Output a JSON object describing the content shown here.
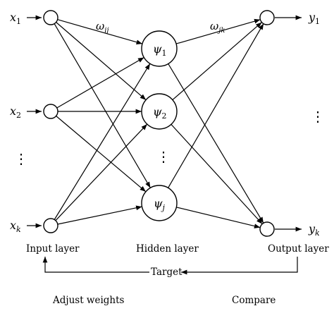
{
  "inputs": [
    {
      "symbol": "x",
      "sub": "1"
    },
    {
      "symbol": "x",
      "sub": "2"
    },
    {
      "symbol": "x",
      "sub": "k"
    }
  ],
  "hidden": [
    {
      "symbol": "ψ",
      "sub": "1"
    },
    {
      "symbol": "ψ",
      "sub": "2"
    },
    {
      "symbol": "ψ",
      "sub": "j"
    }
  ],
  "outputs": [
    {
      "symbol": "y",
      "sub": "1"
    },
    {
      "symbol": "y",
      "sub": "k"
    }
  ],
  "weights": {
    "input_hidden": {
      "symbol": "ω",
      "sub": "ij"
    },
    "hidden_output": {
      "symbol": "ω",
      "sub": "jk"
    }
  },
  "ellipsis": "⋮",
  "layers": {
    "input": "Input layer",
    "hidden": "Hidden layer",
    "output": "Output layer"
  },
  "feedback": {
    "adjust": "Adjust weights",
    "target": "Target",
    "compare": "Compare"
  }
}
